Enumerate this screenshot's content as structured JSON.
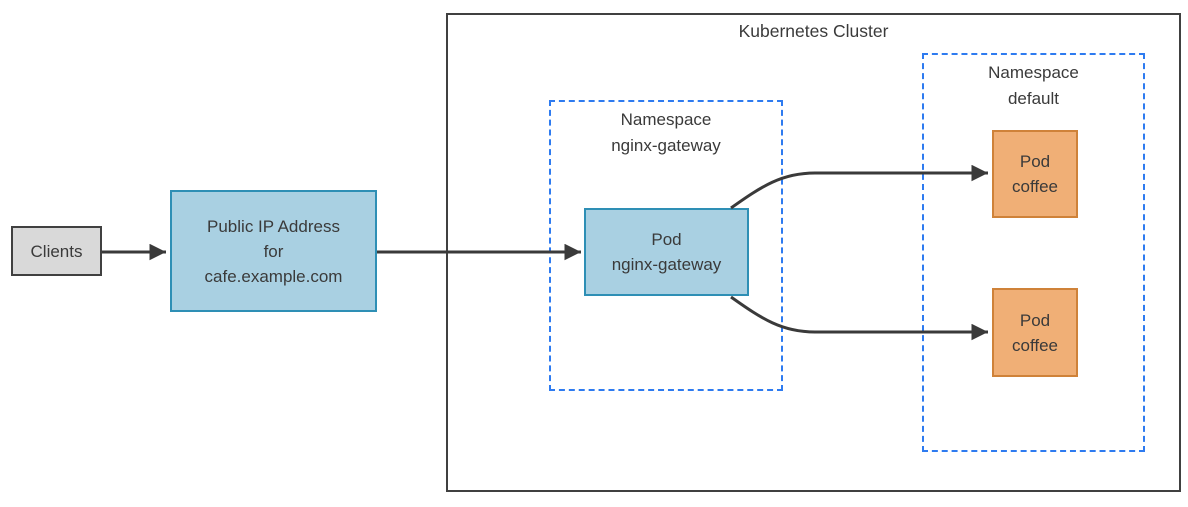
{
  "colors": {
    "arrow": "#3a3a3a",
    "text": "#3a3a3a",
    "cluster-border": "#404040",
    "clients-fill": "#d9d9d9",
    "clients-border": "#404040",
    "blue-fill": "#a9d0e2",
    "blue-border": "#2e8fb5",
    "orange-fill": "#f0af76",
    "orange-border": "#cf8239",
    "namespace-border": "#2e7bf0"
  },
  "nodes": {
    "clients": {
      "label": "Clients"
    },
    "public_ip": {
      "label": "Public IP Address\nfor\ncafe.example.com"
    },
    "cluster": {
      "title": "Kubernetes Cluster"
    },
    "namespace_gateway": {
      "title": "Namespace\nnginx-gateway"
    },
    "pod_gateway": {
      "label": "Pod\nnginx-gateway"
    },
    "namespace_default": {
      "title": "Namespace\ndefault"
    },
    "pod_coffee_top": {
      "label": "Pod\ncoffee"
    },
    "pod_coffee_bottom": {
      "label": "Pod\ncoffee"
    }
  }
}
